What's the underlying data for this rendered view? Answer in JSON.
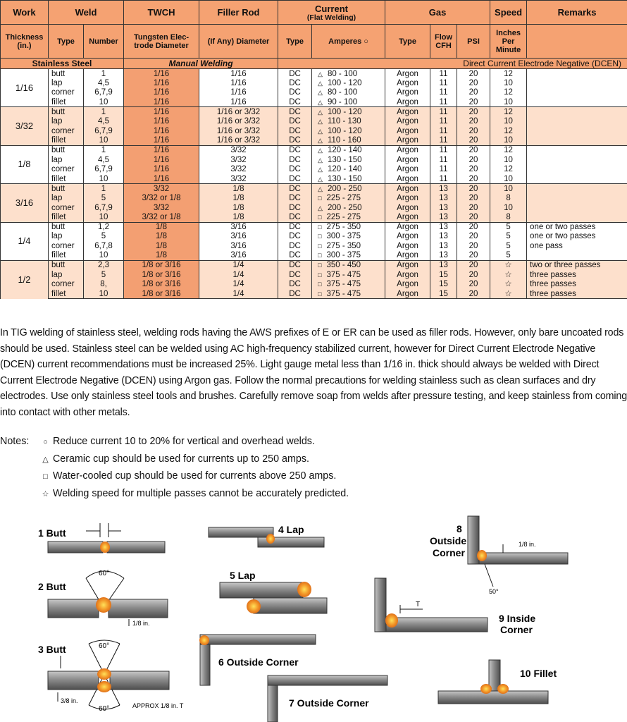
{
  "header": {
    "work": "Work",
    "weld": "Weld",
    "twch": "TWCH",
    "filler": "Filler Rod",
    "current": "Current",
    "current_sub": "(Flat Welding)",
    "gas": "Gas",
    "speed": "Speed",
    "remarks": "Remarks",
    "thickness": "Thickness (in.)",
    "type": "Type",
    "number": "Number",
    "tungsten": "Tungsten Elec- trode Diameter",
    "filler_dia": "(If Any) Diameter",
    "cur_type": "Type",
    "amperes": "Amperes ○",
    "gas_type": "Type",
    "flow": "Flow CFH",
    "psi": "PSI",
    "ipm": "Inches Per Minute"
  },
  "band": {
    "material": "Stainless Steel",
    "mode": "Manual Welding",
    "current_desc": "Direct Current Electrode Negative (DCEN)"
  },
  "groups": [
    {
      "thickness": "1/16",
      "shade": false,
      "rows": [
        {
          "type": "butt",
          "number": "1",
          "twch": "1/16",
          "filler": "1/16",
          "ctype": "DC",
          "sym": "△",
          "amps": "80 - 100",
          "gas": "Argon",
          "flow": "11",
          "psi": "20",
          "speed": "12",
          "remarks": ""
        },
        {
          "type": "lap",
          "number": "4,5",
          "twch": "1/16",
          "filler": "1/16",
          "ctype": "DC",
          "sym": "△",
          "amps": "100 - 120",
          "gas": "Argon",
          "flow": "11",
          "psi": "20",
          "speed": "10",
          "remarks": ""
        },
        {
          "type": "corner",
          "number": "6,7,9",
          "twch": "1/16",
          "filler": "1/16",
          "ctype": "DC",
          "sym": "△",
          "amps": "80 - 100",
          "gas": "Argon",
          "flow": "11",
          "psi": "20",
          "speed": "12",
          "remarks": ""
        },
        {
          "type": "fillet",
          "number": "10",
          "twch": "1/16",
          "filler": "1/16",
          "ctype": "DC",
          "sym": "△",
          "amps": "90 - 100",
          "gas": "Argon",
          "flow": "11",
          "psi": "20",
          "speed": "10",
          "remarks": ""
        }
      ]
    },
    {
      "thickness": "3/32",
      "shade": true,
      "rows": [
        {
          "type": "butt",
          "number": "1",
          "twch": "1/16",
          "filler": "1/16 or 3/32",
          "ctype": "DC",
          "sym": "△",
          "amps": "100 - 120",
          "gas": "Argon",
          "flow": "11",
          "psi": "20",
          "speed": "12",
          "remarks": ""
        },
        {
          "type": "lap",
          "number": "4,5",
          "twch": "1/16",
          "filler": "1/16 or 3/32",
          "ctype": "DC",
          "sym": "△",
          "amps": "110 - 130",
          "gas": "Argon",
          "flow": "11",
          "psi": "20",
          "speed": "10",
          "remarks": ""
        },
        {
          "type": "corner",
          "number": "6,7,9",
          "twch": "1/16",
          "filler": "1/16 or 3/32",
          "ctype": "DC",
          "sym": "△",
          "amps": "100 - 120",
          "gas": "Argon",
          "flow": "11",
          "psi": "20",
          "speed": "12",
          "remarks": ""
        },
        {
          "type": "fillet",
          "number": "10",
          "twch": "1/16",
          "filler": "1/16 or 3/32",
          "ctype": "DC",
          "sym": "△",
          "amps": "110 - 160",
          "gas": "Argon",
          "flow": "11",
          "psi": "20",
          "speed": "10",
          "remarks": ""
        }
      ]
    },
    {
      "thickness": "1/8",
      "shade": false,
      "rows": [
        {
          "type": "butt",
          "number": "1",
          "twch": "1/16",
          "filler": "3/32",
          "ctype": "DC",
          "sym": "△",
          "amps": "120 - 140",
          "gas": "Argon",
          "flow": "11",
          "psi": "20",
          "speed": "12",
          "remarks": ""
        },
        {
          "type": "lap",
          "number": "4,5",
          "twch": "1/16",
          "filler": "3/32",
          "ctype": "DC",
          "sym": "△",
          "amps": "130 - 150",
          "gas": "Argon",
          "flow": "11",
          "psi": "20",
          "speed": "10",
          "remarks": ""
        },
        {
          "type": "corner",
          "number": "6,7,9",
          "twch": "1/16",
          "filler": "3/32",
          "ctype": "DC",
          "sym": "△",
          "amps": "120 - 140",
          "gas": "Argon",
          "flow": "11",
          "psi": "20",
          "speed": "12",
          "remarks": ""
        },
        {
          "type": "fillet",
          "number": "10",
          "twch": "1/16",
          "filler": "3/32",
          "ctype": "DC",
          "sym": "△",
          "amps": "130 - 150",
          "gas": "Argon",
          "flow": "11",
          "psi": "20",
          "speed": "10",
          "remarks": ""
        }
      ]
    },
    {
      "thickness": "3/16",
      "shade": true,
      "rows": [
        {
          "type": "butt",
          "number": "1",
          "twch": "3/32",
          "filler": "1/8",
          "ctype": "DC",
          "sym": "△",
          "amps": "200 - 250",
          "gas": "Argon",
          "flow": "13",
          "psi": "20",
          "speed": "10",
          "remarks": ""
        },
        {
          "type": "lap",
          "number": "5",
          "twch": "3/32 or 1/8",
          "filler": "1/8",
          "ctype": "DC",
          "sym": "□",
          "amps": "225 - 275",
          "gas": "Argon",
          "flow": "13",
          "psi": "20",
          "speed": "8",
          "remarks": ""
        },
        {
          "type": "corner",
          "number": "6,7,9",
          "twch": "3/32",
          "filler": "1/8",
          "ctype": "DC",
          "sym": "△",
          "amps": "200 - 250",
          "gas": "Argon",
          "flow": "13",
          "psi": "20",
          "speed": "10",
          "remarks": ""
        },
        {
          "type": "fillet",
          "number": "10",
          "twch": "3/32 or 1/8",
          "filler": "1/8",
          "ctype": "DC",
          "sym": "□",
          "amps": "225 - 275",
          "gas": "Argon",
          "flow": "13",
          "psi": "20",
          "speed": "8",
          "remarks": ""
        }
      ]
    },
    {
      "thickness": "1/4",
      "shade": false,
      "rows": [
        {
          "type": "butt",
          "number": "1,2",
          "twch": "1/8",
          "filler": "3/16",
          "ctype": "DC",
          "sym": "□",
          "amps": "275 - 350",
          "gas": "Argon",
          "flow": "13",
          "psi": "20",
          "speed": "5",
          "remarks": "one or two passes"
        },
        {
          "type": "lap",
          "number": "5",
          "twch": "1/8",
          "filler": "3/16",
          "ctype": "DC",
          "sym": "□",
          "amps": "300 - 375",
          "gas": "Argon",
          "flow": "13",
          "psi": "20",
          "speed": "5",
          "remarks": "one or two passes"
        },
        {
          "type": "corner",
          "number": "6,7,8",
          "twch": "1/8",
          "filler": "3/16",
          "ctype": "DC",
          "sym": "□",
          "amps": "275 - 350",
          "gas": "Argon",
          "flow": "13",
          "psi": "20",
          "speed": "5",
          "remarks": "one pass"
        },
        {
          "type": "fillet",
          "number": "10",
          "twch": "1/8",
          "filler": "3/16",
          "ctype": "DC",
          "sym": "□",
          "amps": "300 - 375",
          "gas": "Argon",
          "flow": "13",
          "psi": "20",
          "speed": "5",
          "remarks": ""
        }
      ]
    },
    {
      "thickness": "1/2",
      "shade": true,
      "rows": [
        {
          "type": "butt",
          "number": "2,3",
          "twch": "1/8 or 3/16",
          "filler": "1/4",
          "ctype": "DC",
          "sym": "□",
          "amps": "350 - 450",
          "gas": "Argon",
          "flow": "13",
          "psi": "20",
          "speed": "☆",
          "remarks": "two or three passes"
        },
        {
          "type": "lap",
          "number": "5",
          "twch": "1/8 or 3/16",
          "filler": "1/4",
          "ctype": "DC",
          "sym": "□",
          "amps": "375 - 475",
          "gas": "Argon",
          "flow": "15",
          "psi": "20",
          "speed": "☆",
          "remarks": "three passes"
        },
        {
          "type": "corner",
          "number": "8,",
          "twch": "1/8 or 3/16",
          "filler": "1/4",
          "ctype": "DC",
          "sym": "□",
          "amps": "375 - 475",
          "gas": "Argon",
          "flow": "15",
          "psi": "20",
          "speed": "☆",
          "remarks": "three passes"
        },
        {
          "type": "fillet",
          "number": "10",
          "twch": "1/8 or 3/16",
          "filler": "1/4",
          "ctype": "DC",
          "sym": "□",
          "amps": "375 - 475",
          "gas": "Argon",
          "flow": "15",
          "psi": "20",
          "speed": "☆",
          "remarks": "three passes"
        }
      ]
    }
  ],
  "paragraph": "In TIG welding of stainless steel, welding rods having the AWS prefixes of E or ER can be used as filler rods. However, only bare uncoated rods should be used. Stainless steel can be welded using AC high-frequency stabilized current, however for Direct Current Electrode Negative (DCEN) current recommendations must be increased 25%. Light gauge metal less than 1/16 in. thick should always be welded with Direct Current Electrode Negative (DCEN) using Argon gas. Follow the normal precautions for welding stainless such as clean surfaces and dry electrodes. Use only stainless steel tools and brushes. Carefully remove soap from welds after pressure testing, and keep stainless from coming into contact with other metals.",
  "notes": {
    "label": "Notes:",
    "items": [
      {
        "symbol": "○",
        "text": "Reduce current 10 to 20% for vertical and overhead welds."
      },
      {
        "symbol": "△",
        "text": "Ceramic cup should be used for currents up to 250 amps."
      },
      {
        "symbol": "□",
        "text": "Water-cooled cup should be used for currents above 250 amps."
      },
      {
        "symbol": "☆",
        "text": "Welding speed for multiple passes cannot be accurately predicted."
      }
    ]
  },
  "diagrams": {
    "butt1": "1 Butt",
    "butt2": "2 Butt",
    "butt3": "3 Butt",
    "lap4": "4 Lap",
    "lap5": "5 Lap",
    "oc6": "6 Outside Corner",
    "oc7": "7 Outside Corner",
    "oc8_num": "8",
    "oc8_l1": "Outside",
    "oc8_l2": "Corner",
    "ic9_l1": "9 Inside",
    "ic9_l2": "Corner",
    "fillet10": "10 Fillet",
    "angle60": "60°",
    "eighth_in": "1/8 in.",
    "three_eighth_in": "3/8 in.",
    "approx": "APPROX 1/8 in. T",
    "t_label": "T",
    "angle50": "50°",
    "colors": {
      "plate": "#8c8c8c",
      "plate_dark": "#5a5a5a",
      "weld": "#f08a24",
      "weld_core": "#ffd23f"
    }
  }
}
